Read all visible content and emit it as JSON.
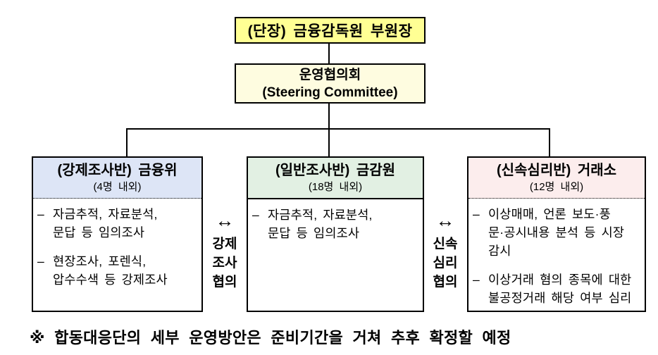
{
  "diagram": {
    "top_box": {
      "label": "(단장) 금융감독원 부원장"
    },
    "steering_box": {
      "line1": "운영협의회",
      "line2": "(Steering Committee)"
    },
    "teams": [
      {
        "title": "(강제조사반) 금융위",
        "subtitle": "(4명 내외)",
        "items": [
          {
            "bullet": "–",
            "text": "자금추적, 자료분석,\n문답 등 임의조사"
          },
          {
            "bullet": "–",
            "text": "현장조사, 포렌식,\n압수수색 등 강제조사"
          }
        ]
      },
      {
        "title": "(일반조사반) 금감원",
        "subtitle": "(18명 내외)",
        "items": [
          {
            "bullet": "–",
            "text": "자금추적, 자료분석,\n문답 등 임의조사"
          }
        ]
      },
      {
        "title": "(신속심리반) 거래소",
        "subtitle": "(12명 내외)",
        "items": [
          {
            "bullet": "–",
            "text": "이상매매, 언론 보도·풍\n문·공시내용 분석 등 시장\n감시"
          },
          {
            "bullet": "–",
            "text": "이상거래 혐의 종목에 대한\n불공정거래 해당 여부 심리"
          }
        ]
      }
    ],
    "links": [
      {
        "arrow": "↔",
        "label": "강제\n조사\n협의"
      },
      {
        "arrow": "↔",
        "label": "신속\n심리\n협의"
      }
    ],
    "footnote": "※ 합동대응단의 세부 운영방안은 준비기간을 거쳐 추후 확정할 예정",
    "colors": {
      "leader_box_bg": "#FFFF94",
      "steering_box_bg": "#FEFCE0",
      "team1_header_bg": "#DDE5F6",
      "team2_header_bg": "#E2F0E3",
      "team3_header_bg": "#FCEDED",
      "border": "#000000"
    }
  }
}
